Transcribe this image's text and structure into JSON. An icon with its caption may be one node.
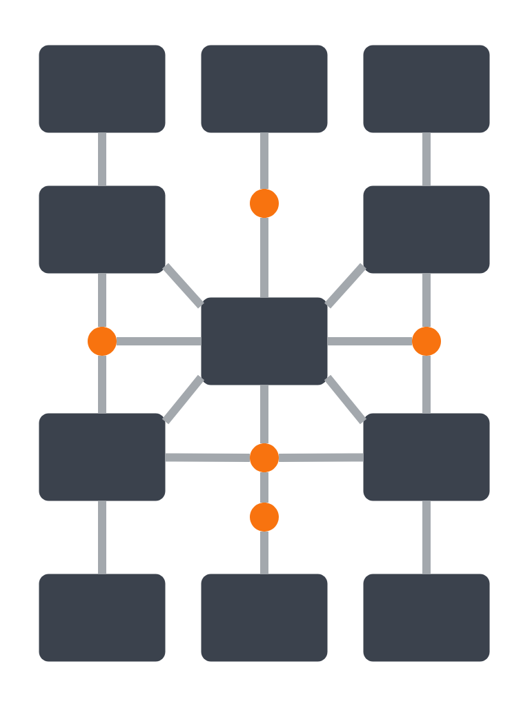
{
  "diagram": {
    "nodes": [
      {
        "text": [],
        "shape": "box"
      },
      {
        "text": [],
        "shape": "box"
      },
      {
        "text": [],
        "shape": "box"
      },
      {
        "text": [],
        "shape": "box"
      },
      {
        "text": [],
        "shape": "circle"
      },
      {
        "text": [],
        "shape": "box"
      },
      {
        "text": [],
        "shape": "circle"
      },
      {
        "text": [],
        "shape": "box"
      },
      {
        "text": [],
        "shape": "circle"
      },
      {
        "text": [],
        "shape": "box"
      },
      {
        "text": [],
        "shape": "circle"
      },
      {
        "text": [],
        "shape": "box"
      },
      {
        "text": [],
        "shape": "circle"
      },
      {
        "text": [],
        "shape": "box"
      },
      {
        "text": [],
        "shape": "box"
      },
      {
        "text": [],
        "shape": "box"
      }
    ],
    "edges": [
      {
        "from": 0,
        "to": 3,
        "arrow": "none"
      },
      {
        "from": 1,
        "to": 4,
        "arrow": "none"
      },
      {
        "from": 4,
        "to": 7,
        "arrow": "none"
      },
      {
        "from": 2,
        "to": 5,
        "arrow": "none"
      },
      {
        "from": 3,
        "to": 6,
        "arrow": "none"
      },
      {
        "from": 3,
        "to": 7,
        "arrow": "none"
      },
      {
        "from": 5,
        "to": 7,
        "arrow": "none"
      },
      {
        "from": 6,
        "to": 7,
        "arrow": "none"
      },
      {
        "from": 7,
        "to": 8,
        "arrow": "none"
      },
      {
        "from": 5,
        "to": 8,
        "arrow": "none"
      },
      {
        "from": 6,
        "to": 9,
        "arrow": "none"
      },
      {
        "from": 8,
        "to": 11,
        "arrow": "none"
      },
      {
        "from": 7,
        "to": 9,
        "arrow": "none"
      },
      {
        "from": 7,
        "to": 11,
        "arrow": "none"
      },
      {
        "from": 7,
        "to": 10,
        "arrow": "none"
      },
      {
        "from": 9,
        "to": 10,
        "arrow": "none"
      },
      {
        "from": 10,
        "to": 11,
        "arrow": "none"
      },
      {
        "from": 10,
        "to": 12,
        "arrow": "none"
      },
      {
        "from": 12,
        "to": 14,
        "arrow": "none"
      },
      {
        "from": 9,
        "to": 13,
        "arrow": "none"
      },
      {
        "from": 11,
        "to": 15,
        "arrow": "none"
      }
    ]
  }
}
